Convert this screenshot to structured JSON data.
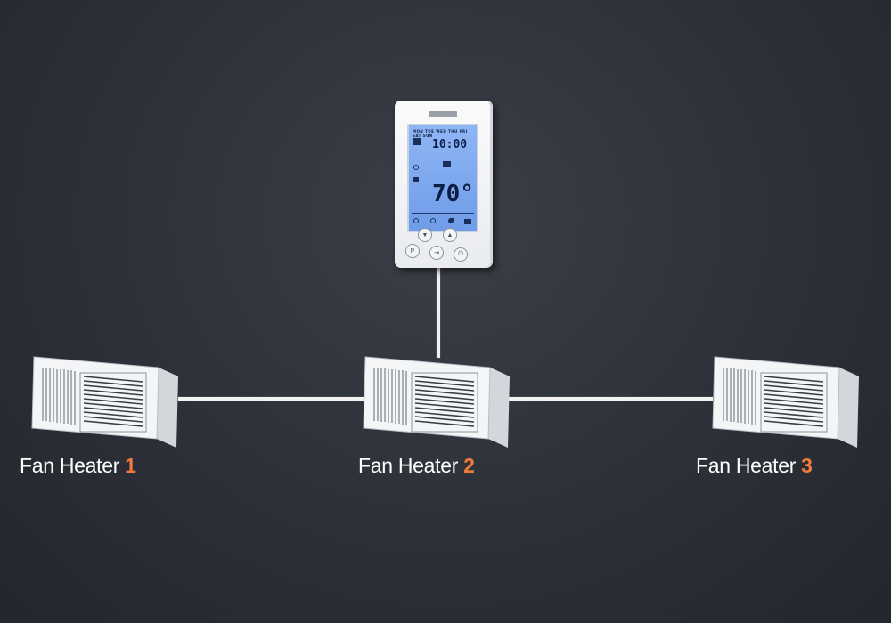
{
  "thermostat": {
    "days": "MON TUE WED THU FRI SAT SUN",
    "time": "10:00",
    "temperature": "70°"
  },
  "heaters": [
    {
      "name": "Fan Heater",
      "number": "1"
    },
    {
      "name": "Fan Heater",
      "number": "2"
    },
    {
      "name": "Fan Heater",
      "number": "3"
    }
  ],
  "colors": {
    "background": "#2d3038",
    "wire": "#f2f2f2",
    "label_text": "#ffffff",
    "label_number": "#f07a3c",
    "lcd": "#7ea8ef"
  }
}
